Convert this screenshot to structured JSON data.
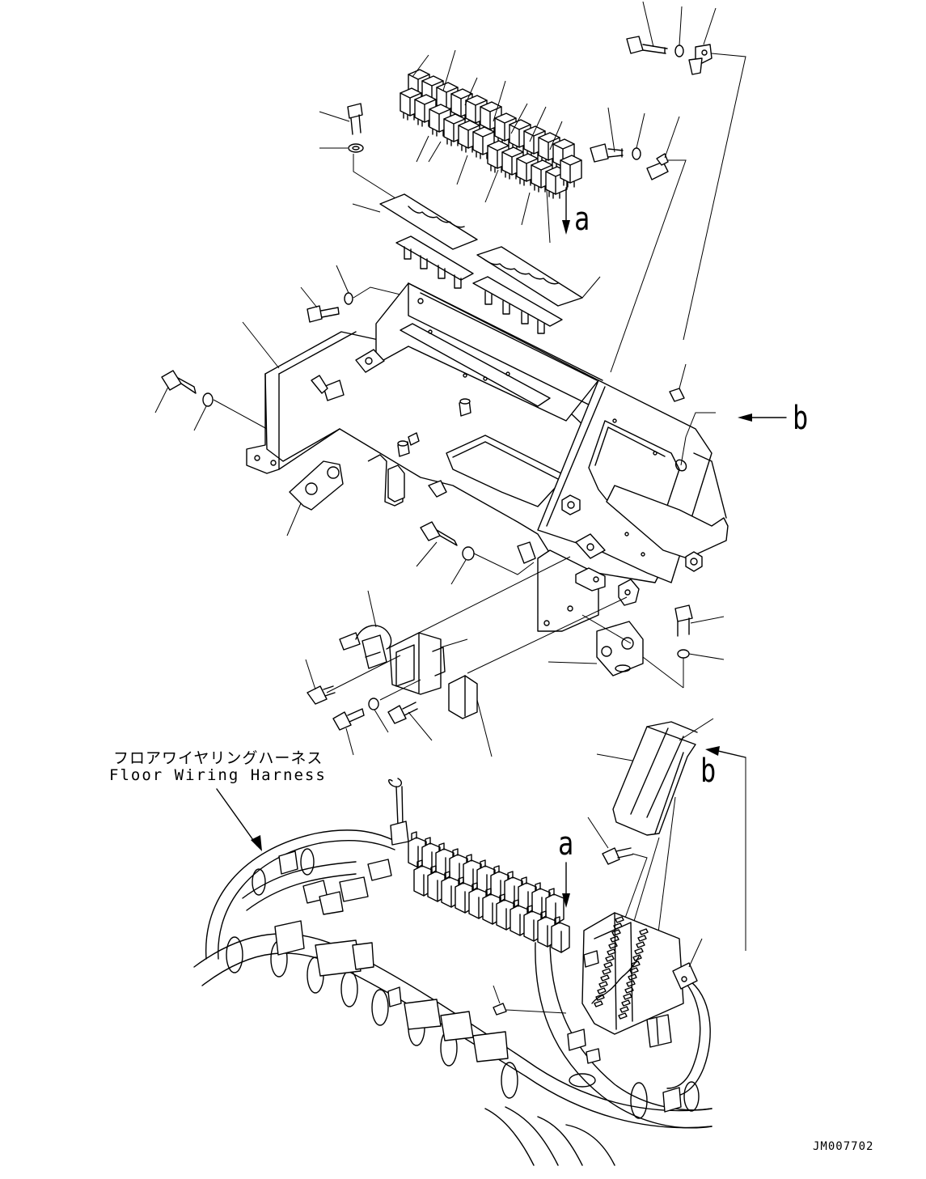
{
  "labels": {
    "callout_a_top": "a",
    "callout_b_right": "b",
    "callout_b_lower": "b",
    "callout_a_lower": "a",
    "harness_jp": "フロアワイヤリングハーネス",
    "harness_en": "Floor Wiring Harness",
    "drawing_code": "JM007702"
  }
}
